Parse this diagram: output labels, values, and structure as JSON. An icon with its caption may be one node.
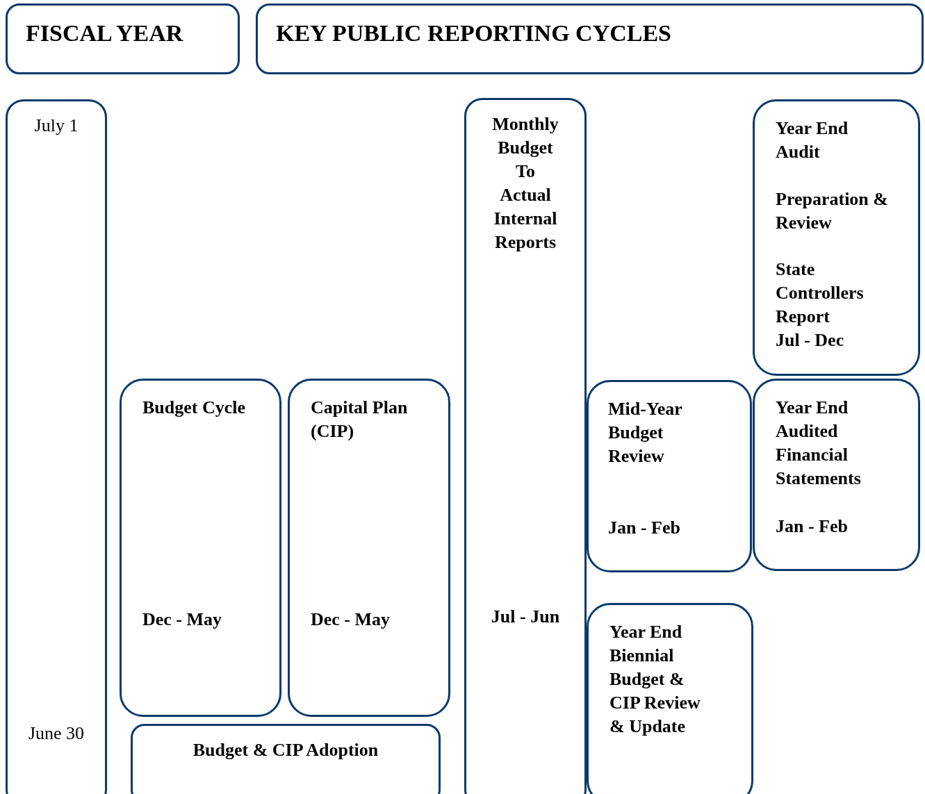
{
  "diagram": {
    "nodes": [
      {
        "text": [
          "FISCAL YEAR"
        ]
      },
      {
        "text": [
          "KEY PUBLIC REPORTING CYCLES"
        ]
      },
      {
        "text": [
          "July 1",
          "June 30"
        ]
      },
      {
        "text": [
          "Monthly Budget To Actual Internal Reports",
          "Jul - Jun"
        ]
      },
      {
        "text": [
          "Year End Audit",
          "Preparation & Review",
          "State Controllers Report",
          "Jul - Dec"
        ]
      },
      {
        "text": [
          "Budget Cycle",
          "Dec - May"
        ]
      },
      {
        "text": [
          "Capital Plan (CIP)",
          "Dec - May"
        ]
      },
      {
        "text": [
          "Mid-Year Budget Review",
          "Jan - Feb"
        ]
      },
      {
        "text": [
          "Year End Audited Financial Statements",
          "Jan - Feb"
        ]
      },
      {
        "text": [
          "Year End Biennial Budget & CIP Review & Update"
        ]
      },
      {
        "text": [
          "Budget & CIP Adoption"
        ]
      }
    ],
    "edges": []
  }
}
